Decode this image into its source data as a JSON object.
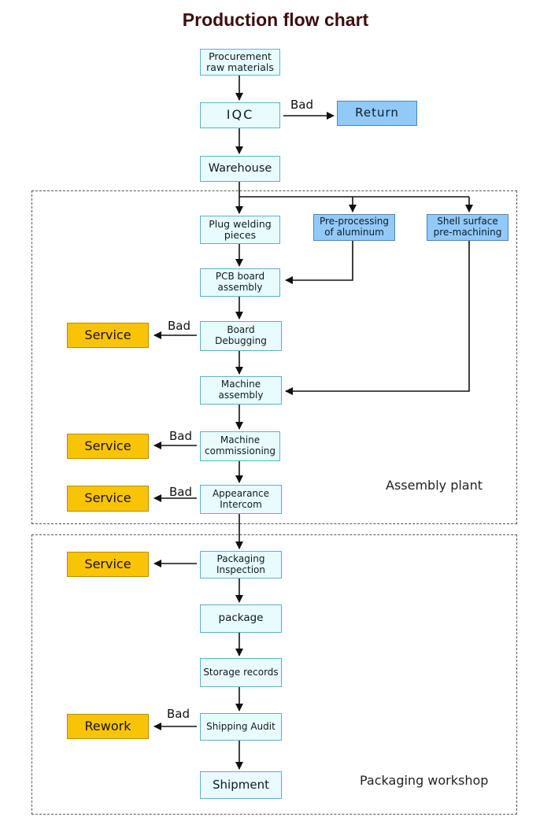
{
  "title": "Production flow chart",
  "zones": {
    "assembly": "Assembly plant",
    "packaging": "Packaging workshop"
  },
  "steps": {
    "procurement": "Procurement\nraw materials",
    "iqc": "IQC",
    "return": "Return",
    "warehouse": "Warehouse",
    "plug_welding": "Plug welding\npieces",
    "preprocessing": "Pre-processing\nof aluminum",
    "shell_surface": "Shell surface\npre-machining",
    "pcb_assembly": "PCB board\nassembly",
    "board_debugging": "Board Debugging",
    "machine_assembly": "Machine\nassembly",
    "machine_commissioning": "Machine\ncommissioning",
    "appearance_intercom": "Appearance\nIntercom",
    "packaging_inspection": "Packaging\nInspection",
    "package": "package",
    "storage_records": "Storage records",
    "shipping_audit": "Shipping Audit",
    "shipment": "Shipment"
  },
  "outcomes": {
    "service": "Service",
    "rework": "Rework"
  },
  "edge_label_bad": "Bad",
  "colors": {
    "step_fill": "#e8fbfd",
    "step_border": "#5ab3c7",
    "blue_fill": "#92c9f7",
    "orange_fill": "#f9c404"
  }
}
